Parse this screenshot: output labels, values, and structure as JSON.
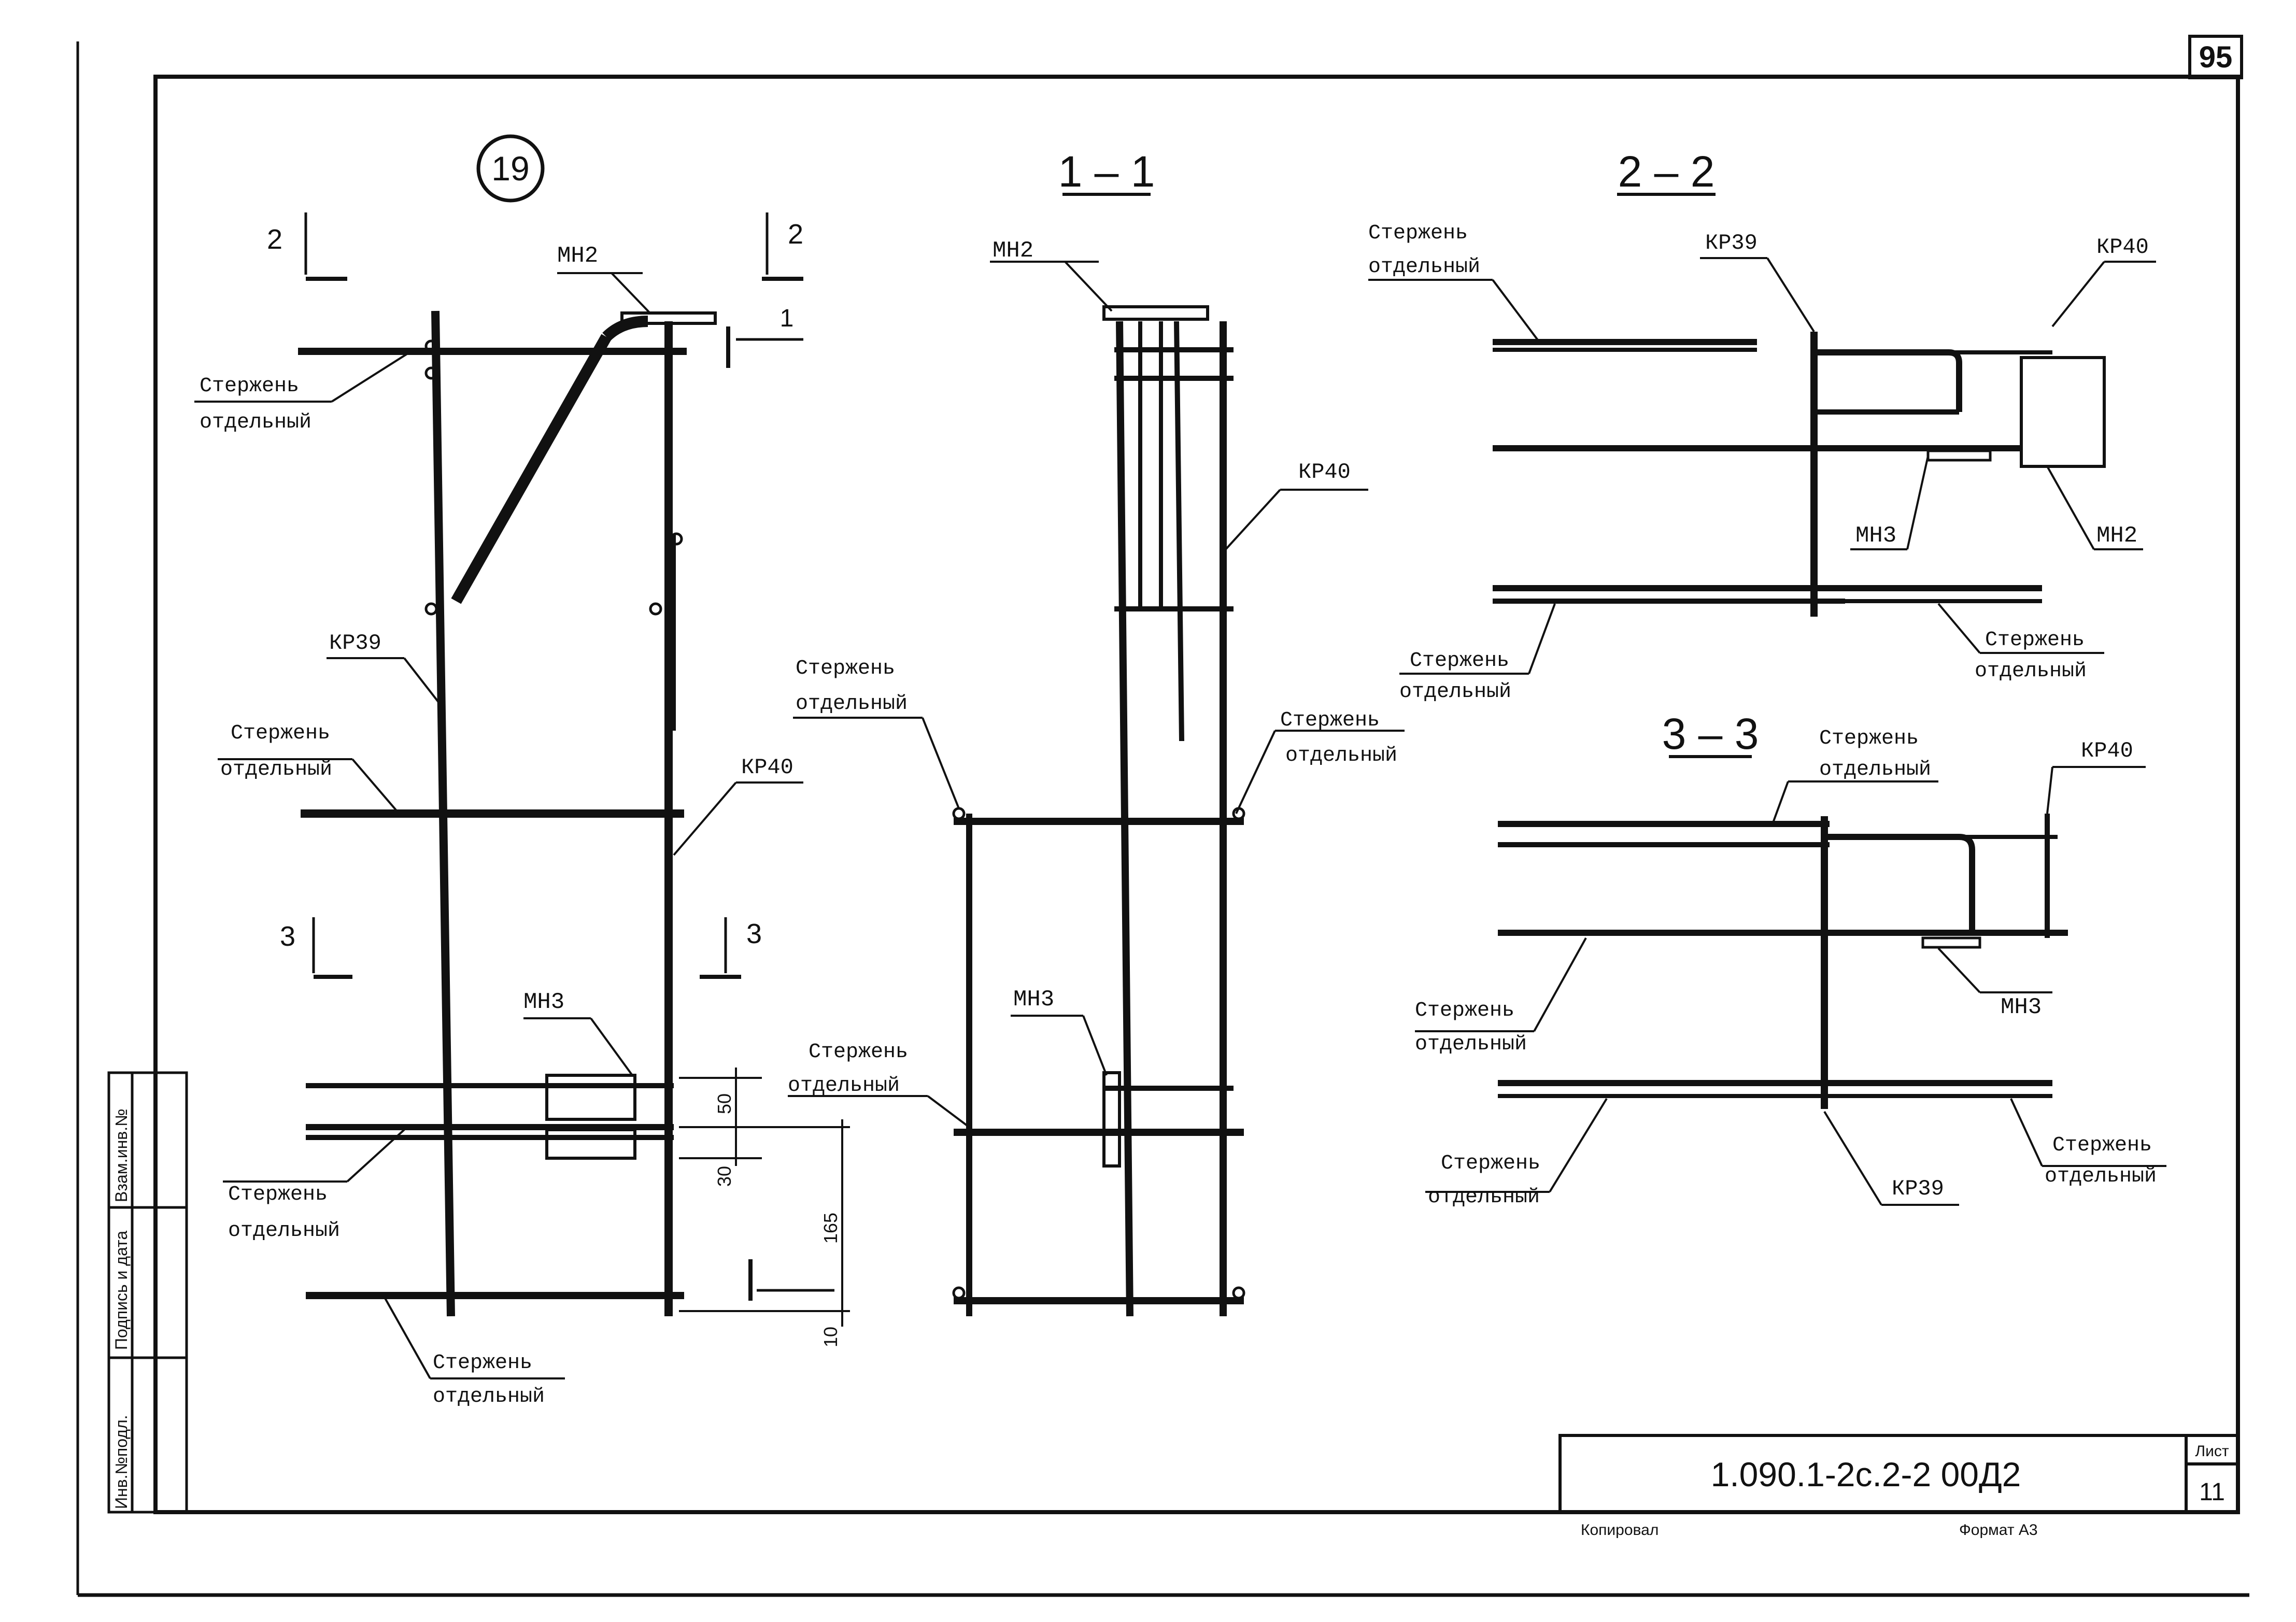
{
  "sheet_number": "95",
  "node_number": "19",
  "sections": {
    "s11": "1 – 1",
    "s22": "2 – 2",
    "s33": "3 – 3"
  },
  "cut_marks": {
    "c1": "1",
    "c2": "2",
    "c3": "3"
  },
  "labels": {
    "mn2": "МН2",
    "mn3": "МН3",
    "kr39": "КР39",
    "kr40": "КР40",
    "rod_1": "Стержень",
    "rod_2": "отдельный"
  },
  "dimensions": {
    "d50": "50",
    "d30": "30",
    "d165": "165",
    "d10": "10"
  },
  "side_stamp": {
    "col1": "Инв.№подл.",
    "col2": "Подпись и дата",
    "col3": "Взам.инв.№"
  },
  "title_block": {
    "code": "1.090.1-2с.2-2 00Д2",
    "sheet_label": "Лист",
    "sheet_value": "11",
    "copied": "Копировал",
    "format": "Формат А3"
  }
}
